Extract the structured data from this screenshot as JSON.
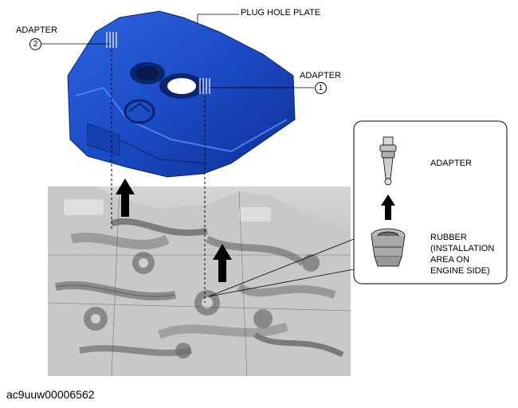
{
  "labels": {
    "plug_hole_plate": "PLUG HOLE PLATE",
    "adapter_2": "ADAPTER",
    "adapter_2_num": "2",
    "adapter_1": "ADAPTER",
    "adapter_1_num": "1",
    "inset_adapter": "ADAPTER",
    "rubber_line1": "RUBBER",
    "rubber_line2": "(INSTALLATION",
    "rubber_line3": "AREA ON",
    "rubber_line4": "ENGINE SIDE)"
  },
  "figure_id": "ac9uuw00006562",
  "colors": {
    "plate_blue": "#1f4fc9",
    "plate_dark": "#0d2f8f",
    "plate_light": "#3a6fe6",
    "engine_gray": "#b9b9b9"
  }
}
